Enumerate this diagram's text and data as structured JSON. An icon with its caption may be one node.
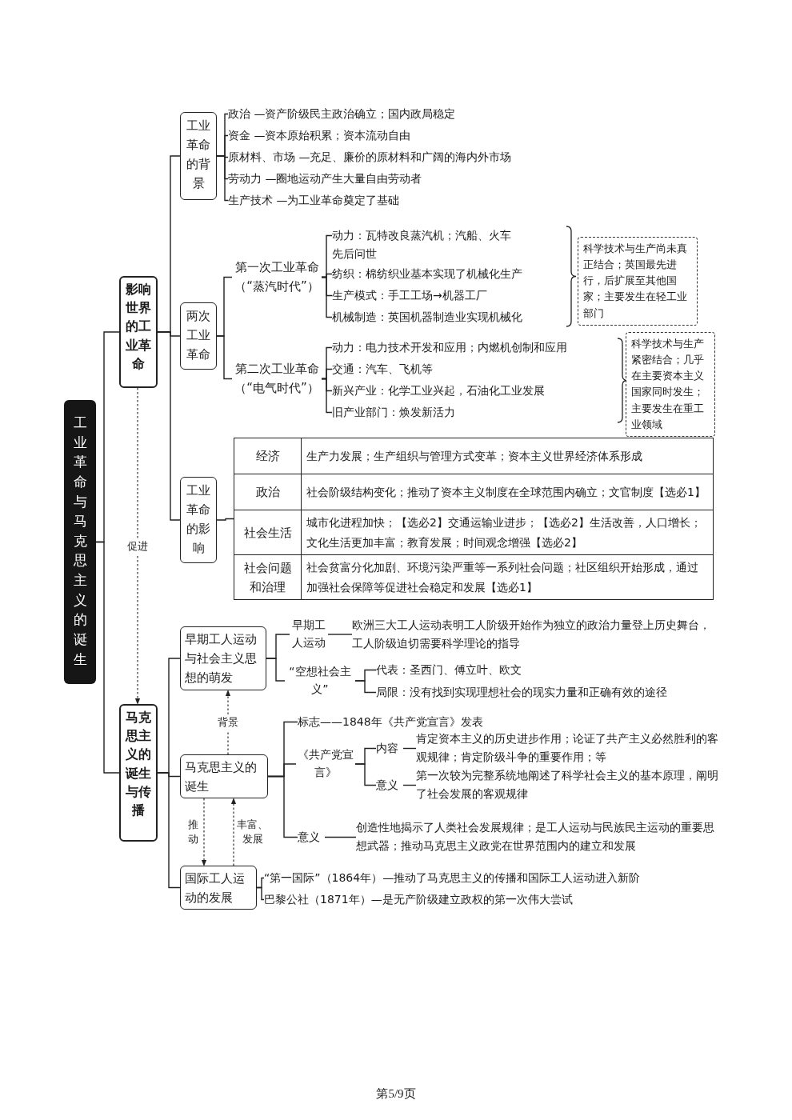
{
  "diagram": {
    "nodes": [
      {
        "text": [
          "工业革命与马克思主义的诞生"
        ]
      },
      {
        "text": [
          "影响世界的工业革命"
        ]
      },
      {
        "text": [
          "工业革命的背景"
        ]
      },
      {
        "text": [
          "政治 —资产阶级民主政治确立；国内政局稳定"
        ]
      },
      {
        "text": [
          "资金 —资本原始积累；资本流动自由"
        ]
      },
      {
        "text": [
          "原材料、市场 —充足、廉价的原材料和广阔的海内外市场"
        ]
      },
      {
        "text": [
          "劳动力 —圈地运动产生大量自由劳动者"
        ]
      },
      {
        "text": [
          "生产技术 —为工业革命奠定了基础"
        ]
      },
      {
        "text": [
          "两次工业革命"
        ]
      },
      {
        "text": [
          "第一次工业革命（“蒸汽时代”）"
        ]
      },
      {
        "text": [
          "动力：瓦特改良蒸汽机；汽船、火车先后问世"
        ]
      },
      {
        "text": [
          "纺织：棉纺织业基本实现了机械化生产"
        ]
      },
      {
        "text": [
          "生产模式：手工工场→机器工厂"
        ]
      },
      {
        "text": [
          "机械制造：英国机器制造业实现机械化"
        ]
      },
      {
        "text": [
          "科学技术与生产尚未真正结合；英国最先进行，后扩展至其他国家；主要发生在轻工业部门"
        ]
      },
      {
        "text": [
          "第二次工业革命（“电气时代”）"
        ]
      },
      {
        "text": [
          "动力：电力技术开发和应用；内燃机创制和应用"
        ]
      },
      {
        "text": [
          "交通：汽车、飞机等"
        ]
      },
      {
        "text": [
          "新兴产业：化学工业兴起，石油化工业发展"
        ]
      },
      {
        "text": [
          "旧产业部门：焕发新活力"
        ]
      },
      {
        "text": [
          "科学技术与生产紧密结合；几乎在主要资本主义国家同时发生；主要发生在重工业领域"
        ]
      },
      {
        "text": [
          "工业革命的影响"
        ]
      },
      {
        "text": [],
        "shape": "box"
      },
      {
        "text": [
          "经济",
          "生产力发展；生产组织与管理方式变革；资本主义世界经济体系形成"
        ],
        "in": 22
      },
      {
        "text": [
          "政治",
          "社会阶级结构变化；推动了资本主义制度在全球范围内确立；文官制度【选必1】"
        ],
        "in": 22
      },
      {
        "text": [
          "社会生活",
          "城市化进程加快；【选必2】交通运输业进步；【选必2】生活改善，人口增长；文化生活更加丰富；教育发展；时间观念增强【选必2】"
        ],
        "in": 22
      },
      {
        "text": [
          "社会问题和治理",
          "社会贫富分化加剧、环境污染严重等一系列社会问题；社区组织开始形成，通过加强社会保障等促进社会稳定和发展【选必1】"
        ],
        "in": 22
      },
      {
        "text": [
          "马克思主义的诞生与传播"
        ]
      },
      {
        "text": [
          "早期工人运动与社会主义思想的萌发"
        ]
      },
      {
        "text": [
          "早期工人运动"
        ]
      },
      {
        "text": [
          "欧洲三大工人运动表明工人阶级开始作为独立的政治力量登上历史舞台，工人阶级迫切需要科学理论的指导"
        ]
      },
      {
        "text": [
          "“空想社会主义”"
        ]
      },
      {
        "text": [
          "代表：圣西门、傅立叶、欧文"
        ]
      },
      {
        "text": [
          "局限：没有找到实现理想社会的现实力量和正确有效的途径"
        ]
      },
      {
        "text": [
          "马克思主义的诞生"
        ]
      },
      {
        "text": [
          "标志——1848年《共产党宣言》发表"
        ]
      },
      {
        "text": [
          "《共产党宣言》"
        ]
      },
      {
        "text": [
          "内容"
        ]
      },
      {
        "text": [
          "肯定资本主义的历史进步作用；论证了共产主义必然胜利的客观规律；肯定阶级斗争的重要作用；等"
        ]
      },
      {
        "text": [
          "意义"
        ]
      },
      {
        "text": [
          "第一次较为完整系统地阐述了科学社会主义的基本原理，阐明了社会发展的客观规律"
        ]
      },
      {
        "text": [
          "意义"
        ]
      },
      {
        "text": [
          "创造性地揭示了人类社会发展规律；是工人运动与民族民主运动的重要思想武器；推动马克思主义政党在世界范围内的建立和发展"
        ]
      },
      {
        "text": [
          "国际工人运动的发展"
        ]
      },
      {
        "text": [
          "“第一国际”（1864年）—推动了马克思主义的传播和国际工人运动进入新阶"
        ]
      },
      {
        "text": [
          "巴黎公社（1871年）—是无产阶级建立政权的第一次伟大尝试"
        ]
      }
    ],
    "edges": [
      {
        "from": 0,
        "to": 1,
        "arrow": "none"
      },
      {
        "from": 0,
        "to": 27,
        "arrow": "none"
      },
      {
        "from": 1,
        "to": 2,
        "arrow": "none"
      },
      {
        "from": 1,
        "to": 8,
        "arrow": "none"
      },
      {
        "from": 1,
        "to": 21,
        "arrow": "none"
      },
      {
        "from": 2,
        "to": 3,
        "arrow": "none"
      },
      {
        "from": 2,
        "to": 4,
        "arrow": "none"
      },
      {
        "from": 2,
        "to": 5,
        "arrow": "none"
      },
      {
        "from": 2,
        "to": 6,
        "arrow": "none"
      },
      {
        "from": 2,
        "to": 7,
        "arrow": "none"
      },
      {
        "from": 8,
        "to": 9,
        "arrow": "none"
      },
      {
        "from": 8,
        "to": 15,
        "arrow": "none"
      },
      {
        "from": 9,
        "to": 10,
        "arrow": "none"
      },
      {
        "from": 9,
        "to": 11,
        "arrow": "none"
      },
      {
        "from": 9,
        "to": 12,
        "arrow": "none"
      },
      {
        "from": 9,
        "to": 13,
        "arrow": "none"
      },
      {
        "from": 15,
        "to": 16,
        "arrow": "none"
      },
      {
        "from": 15,
        "to": 17,
        "arrow": "none"
      },
      {
        "from": 15,
        "to": 18,
        "arrow": "none"
      },
      {
        "from": 15,
        "to": 19,
        "arrow": "none"
      },
      {
        "from": 21,
        "to": 22,
        "arrow": "none"
      },
      {
        "from": 27,
        "to": 28,
        "arrow": "none"
      },
      {
        "from": 27,
        "to": 34,
        "arrow": "none"
      },
      {
        "from": 27,
        "to": 43,
        "arrow": "none"
      },
      {
        "from": 28,
        "to": 29,
        "arrow": "none"
      },
      {
        "from": 28,
        "to": 31,
        "arrow": "none"
      },
      {
        "from": 29,
        "to": 30,
        "arrow": "none"
      },
      {
        "from": 31,
        "to": 32,
        "arrow": "none"
      },
      {
        "from": 31,
        "to": 33,
        "arrow": "none"
      },
      {
        "from": 34,
        "to": 35,
        "arrow": "none"
      },
      {
        "from": 34,
        "to": 36,
        "arrow": "none"
      },
      {
        "from": 34,
        "to": 41,
        "arrow": "none"
      },
      {
        "from": 36,
        "to": 37,
        "arrow": "none"
      },
      {
        "from": 36,
        "to": 39,
        "arrow": "none"
      },
      {
        "from": 37,
        "to": 38,
        "arrow": "none"
      },
      {
        "from": 39,
        "to": 40,
        "arrow": "none"
      },
      {
        "from": 41,
        "to": 42,
        "arrow": "none"
      },
      {
        "from": 43,
        "to": 44,
        "arrow": "none"
      },
      {
        "from": 43,
        "to": 45,
        "arrow": "none"
      },
      {
        "from": 1,
        "to": 27,
        "arrow": "to",
        "style": "dashed",
        "label": "促进"
      },
      {
        "from": 34,
        "to": 28,
        "arrow": "to",
        "style": "dashed",
        "label": "背景"
      },
      {
        "from": 34,
        "to": 43,
        "arrow": "to",
        "style": "dashed",
        "label": "推动"
      },
      {
        "from": 43,
        "to": 34,
        "arrow": "to",
        "style": "dashed",
        "label": "丰富、发展"
      }
    ],
    "labels": [
      "第5/9页"
    ]
  }
}
